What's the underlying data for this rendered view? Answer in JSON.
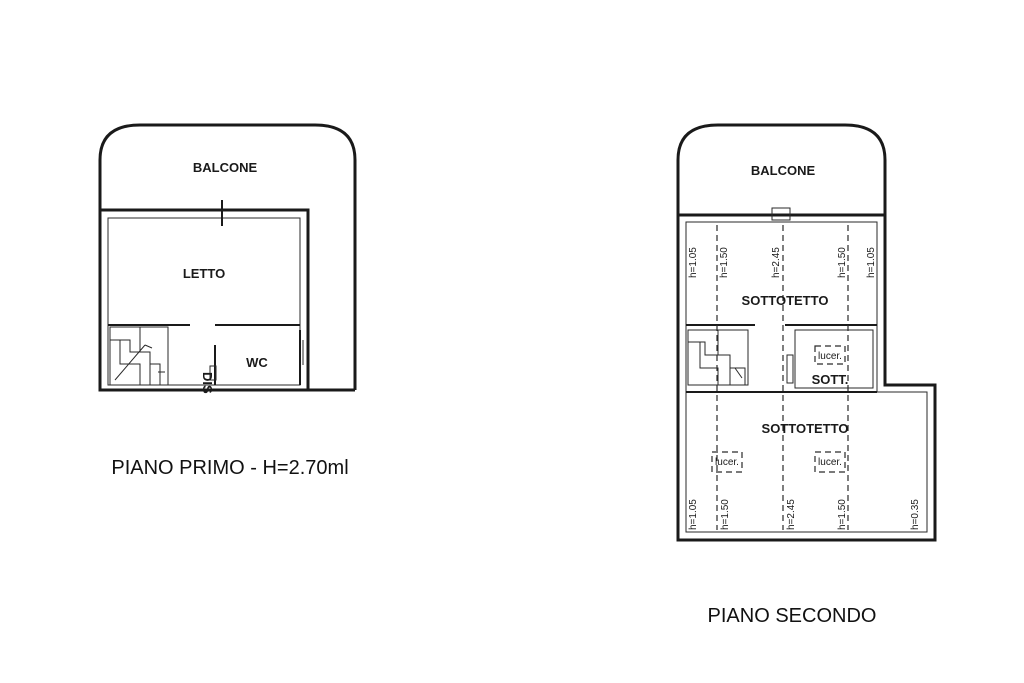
{
  "floor1": {
    "balcony": "BALCONE",
    "bedroom": "LETTO",
    "hall": "DIS",
    "bath": "WC",
    "title": "PIANO PRIMO - H=2.70ml"
  },
  "floor2": {
    "balcony": "BALCONE",
    "attic_top": "SOTTOTETTO",
    "attic_small": "SOTT.",
    "attic_bottom": "SOTTOTETTO",
    "skylight_label": "lucer.",
    "heights_top": [
      "h=1.05",
      "h=1.50",
      "h=2.45",
      "h=1.50",
      "h=1.05"
    ],
    "heights_bottom": [
      "h=1.05",
      "h=1.50",
      "h=2.45",
      "h=1.50",
      "h=0.35"
    ],
    "title": "PIANO SECONDO"
  }
}
